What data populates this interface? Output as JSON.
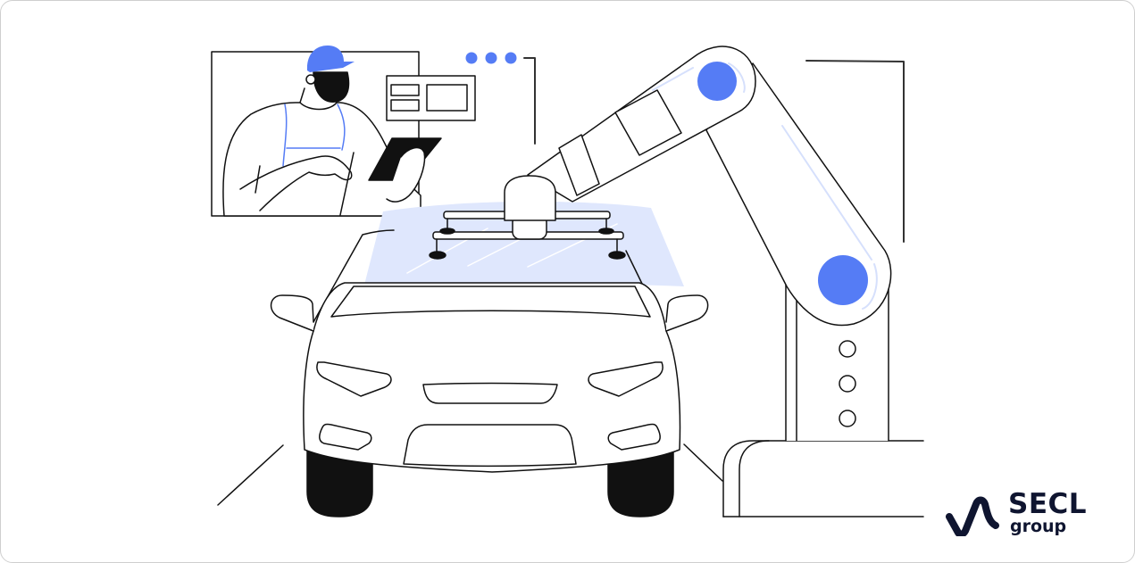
{
  "illustration": {
    "subject": "robotic arm installing windshield on car while technician monitors with tablet",
    "colors": {
      "accent_blue": "#557cf5",
      "glass_tint": "#dfe7fd",
      "arm_highlight": "#d6e0fc",
      "outline": "#111111",
      "background": "#ffffff",
      "frame_border": "#cfcfcf"
    },
    "status_dots": 3,
    "robot_joint_indicators": 3
  },
  "brand": {
    "name": "SECL",
    "subtitle": "group",
    "logo_icon": "secl-wave-icon",
    "color": "#0f1530"
  }
}
